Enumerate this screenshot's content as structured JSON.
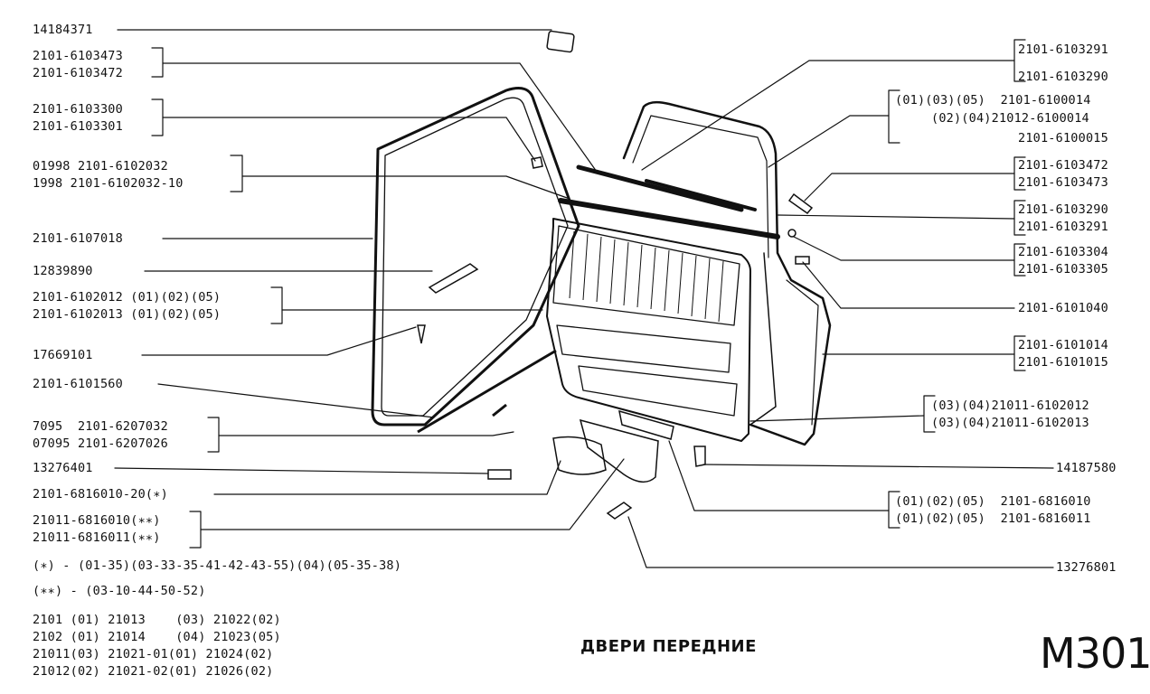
{
  "title": "ДВЕРИ ПЕРЕДНИЕ",
  "catalog_code": "M301",
  "left_labels": [
    "14184371",
    "2101-6103473",
    "2101-6103472",
    "2101-6103300",
    "2101-6103301",
    "01998 2101-6102032",
    "1998 2101-6102032-10",
    "2101-6107018",
    "12839890",
    "2101-6102012 (01)(02)(05)",
    "2101-6102013 (01)(02)(05)",
    "17669101",
    "2101-6101560",
    "7095  2101-6207032",
    "07095 2101-6207026",
    "13276401",
    "2101-6816010-20(∗)",
    "21011-6816010(∗∗)",
    "21011-6816011(∗∗)"
  ],
  "right_labels": [
    "2101-6103291",
    "2101-6103290",
    "(01)(03)(05)  2101-6100014",
    "(02)(04)21012-6100014",
    "2101-6100015",
    "2101-6103472",
    "2101-6103473",
    "2101-6103290",
    "2101-6103291",
    "2101-6103304",
    "2101-6103305",
    "2101-6101040",
    "2101-6101014",
    "2101-6101015",
    "(03)(04)21011-6102012",
    "(03)(04)21011-6102013",
    "14187580",
    "(01)(02)(05)  2101-6816010",
    "(01)(02)(05)  2101-6816011",
    "13276801"
  ],
  "notes": [
    "(∗) - (01-35)(03-33-35-41-42-43-55)(04)(05-35-38)",
    "(∗∗) - (03-10-44-50-52)"
  ],
  "model_table": [
    "2101 (01) 21013    (03) 21022(02)",
    "2102 (01) 21014    (04) 21023(05)",
    "21011(03) 21021-01(01) 21024(02)",
    "21012(02) 21021-02(01) 21026(02)"
  ]
}
